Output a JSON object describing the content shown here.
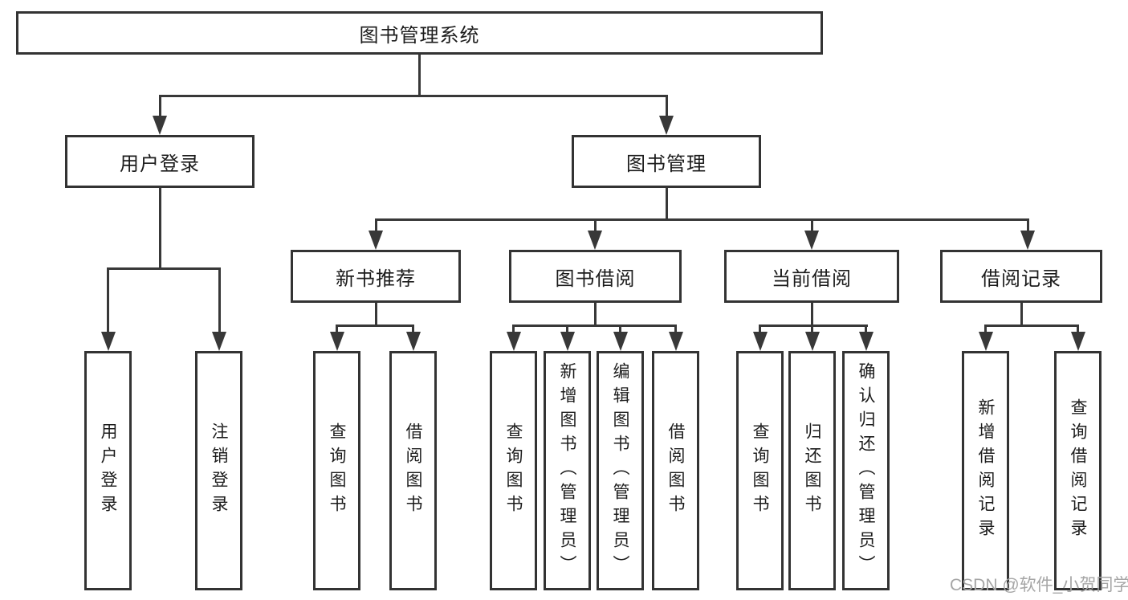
{
  "diagram": {
    "root": {
      "label": "图书管理系统"
    },
    "level2": [
      {
        "label": "用户登录",
        "leaves": [
          {
            "label": "用户登录"
          },
          {
            "label": "注销登录"
          }
        ]
      },
      {
        "label": "图书管理",
        "groups": [
          {
            "label": "新书推荐",
            "leaves": [
              {
                "label": "查询图书"
              },
              {
                "label": "借阅图书"
              }
            ]
          },
          {
            "label": "图书借阅",
            "leaves": [
              {
                "label": "查询图书"
              },
              {
                "label": "新增图书（管理员）"
              },
              {
                "label": "编辑图书（管理员）"
              },
              {
                "label": "借阅图书"
              }
            ]
          },
          {
            "label": "当前借阅",
            "leaves": [
              {
                "label": "查询图书"
              },
              {
                "label": "归还图书"
              },
              {
                "label": "确认归还（管理员）"
              }
            ]
          },
          {
            "label": "借阅记录",
            "leaves": [
              {
                "label": "新增借阅记录"
              },
              {
                "label": "查询借阅记录"
              }
            ]
          }
        ]
      }
    ]
  },
  "watermark": {
    "text": "CSDN @软件_小贺同学"
  },
  "colors": {
    "line": "#383838",
    "box_border": "#333333",
    "text": "#1c1c1c",
    "background": "#ffffff",
    "watermark": "#a6a6a6"
  }
}
